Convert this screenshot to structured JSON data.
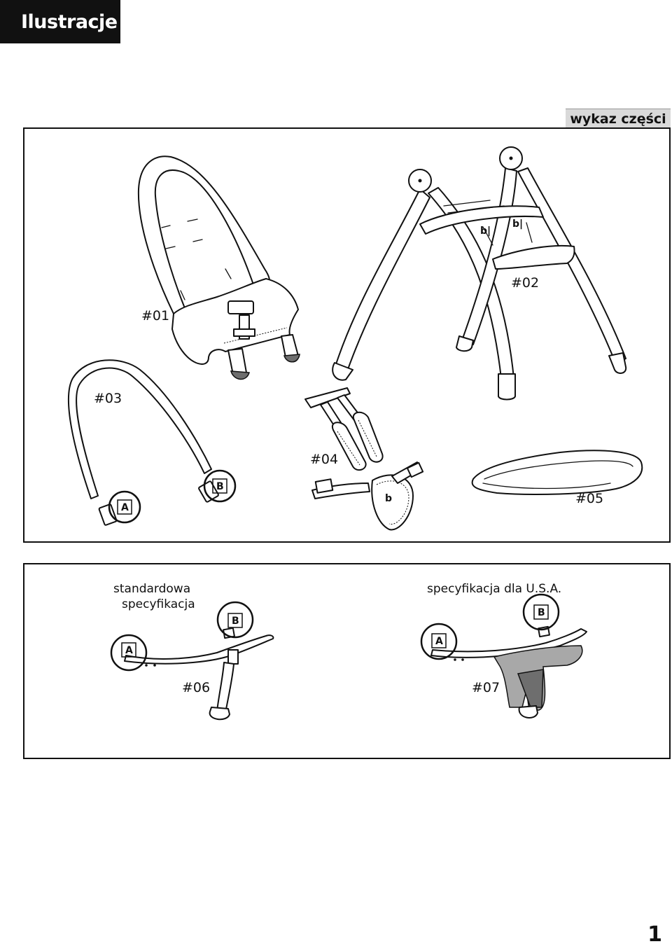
{
  "header": {
    "title": "Ilustracje"
  },
  "parts_list": {
    "label": "wykaz części"
  },
  "parts": {
    "p01": "#01",
    "p02": "#02",
    "p03": "#03",
    "p04": "#04",
    "p05": "#05",
    "p06": "#06",
    "p07": "#07"
  },
  "connectors": {
    "a": "A",
    "b": "B"
  },
  "variants": {
    "standard_line1": "standardowa",
    "standard_line2": "specyfikacja",
    "usa": "specyfikacja dla U.S.A."
  },
  "page_number": "1"
}
